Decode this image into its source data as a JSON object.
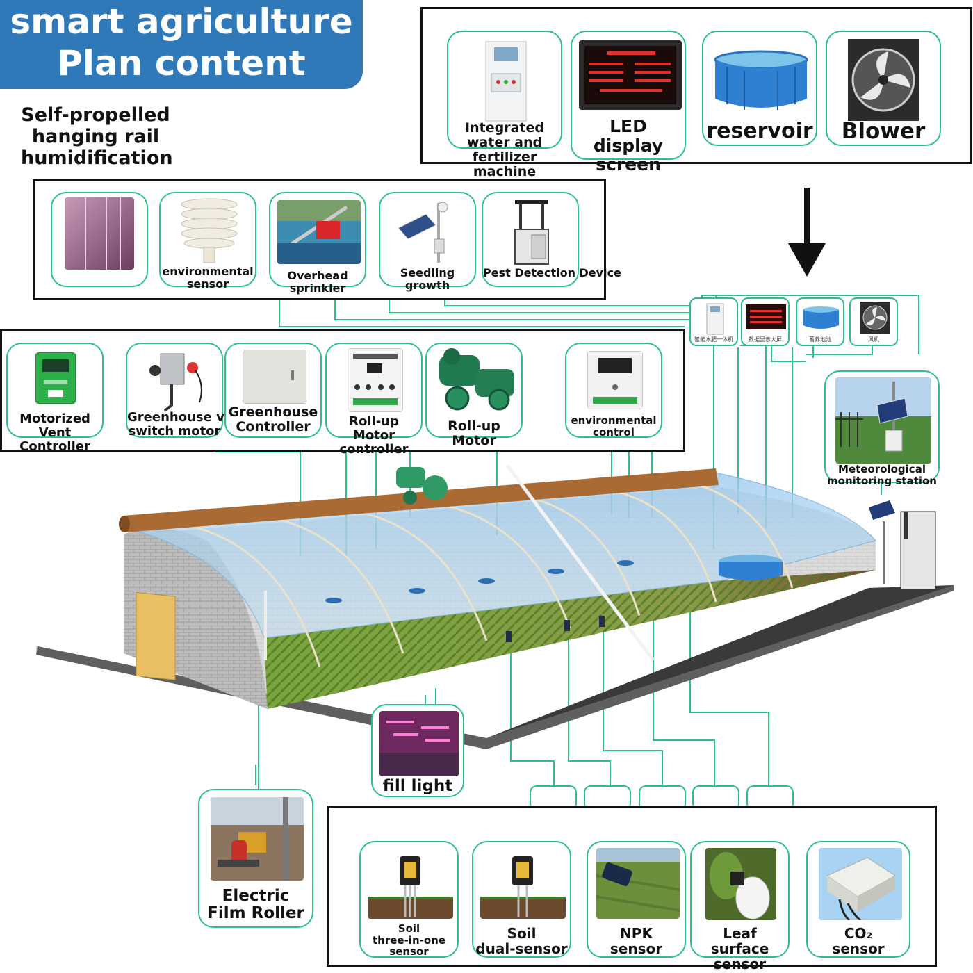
{
  "title": {
    "line1": "smart agriculture",
    "line2": "Plan content"
  },
  "side_title": {
    "line1": "Self-propelled",
    "line2": "hanging rail",
    "line3": "humidification"
  },
  "top_equipment": [
    {
      "label_lines": [
        "Integrated water and",
        "fertilizer machine"
      ],
      "icon": "water-fertilizer-machine-icon"
    },
    {
      "label_lines": [
        "LED",
        "display screen"
      ],
      "icon": "led-screen-icon"
    },
    {
      "label_lines": [
        "reservoir"
      ],
      "icon": "reservoir-icon"
    },
    {
      "label_lines": [
        "Blower"
      ],
      "icon": "blower-fan-icon"
    }
  ],
  "row1": [
    {
      "label_lines": [],
      "icon": "hanging-rail-icon"
    },
    {
      "label_lines": [
        "environmental",
        "sensor"
      ],
      "icon": "environmental-sensor-icon"
    },
    {
      "label_lines": [
        "Overhead sprinkler"
      ],
      "icon": "sprinkler-icon"
    },
    {
      "label_lines": [
        "Seedling growth"
      ],
      "icon": "seedling-camera-icon"
    },
    {
      "label_lines": [
        "Pest Detection Device"
      ],
      "icon": "pest-detector-icon"
    }
  ],
  "row2": [
    {
      "label_lines": [
        "Motorized Vent",
        "Controller"
      ],
      "icon": "vent-controller-icon"
    },
    {
      "label_lines": [
        "Greenhouse vent",
        "switch motor"
      ],
      "icon": "vent-motor-icon"
    },
    {
      "label_lines": [
        "Greenhouse",
        "Controller"
      ],
      "icon": "greenhouse-controller-icon"
    },
    {
      "label_lines": [
        "Roll-up Motor",
        "controller"
      ],
      "icon": "rollup-controller-icon"
    },
    {
      "label_lines": [
        "Roll-up Motor"
      ],
      "icon": "rollup-motor-icon"
    },
    {
      "label_lines": [
        "environmental",
        "control"
      ],
      "icon": "environmental-control-icon"
    }
  ],
  "mini_cards": [
    {
      "label": "智能水肥一体机"
    },
    {
      "label": "数据显示大屏"
    },
    {
      "label": "蓄养池池"
    },
    {
      "label": "风机"
    }
  ],
  "weather": {
    "label_lines": [
      "Meteorological",
      "monitoring station"
    ]
  },
  "fill_light": {
    "label": "fill light"
  },
  "film_roller": {
    "label_lines": [
      "Electric",
      "Film Roller"
    ]
  },
  "sensors": [
    {
      "label_lines": [
        "Soil",
        "three-in-one",
        "sensor"
      ],
      "icon": "soil-three-in-one-sensor-icon"
    },
    {
      "label_lines": [
        "Soil",
        "dual-sensor"
      ],
      "icon": "soil-dual-sensor-icon"
    },
    {
      "label_lines": [
        "NPK",
        "sensor"
      ],
      "icon": "npk-sensor-icon"
    },
    {
      "label_lines": [
        "Leaf surface",
        "sensor"
      ],
      "icon": "leaf-surface-sensor-icon"
    },
    {
      "label_lines": [
        "CO₂",
        "sensor"
      ],
      "icon": "co2-sensor-icon"
    }
  ],
  "colors": {
    "accent": "#2fbf8f",
    "banner": "#2f79b8",
    "frame": "#111111"
  }
}
